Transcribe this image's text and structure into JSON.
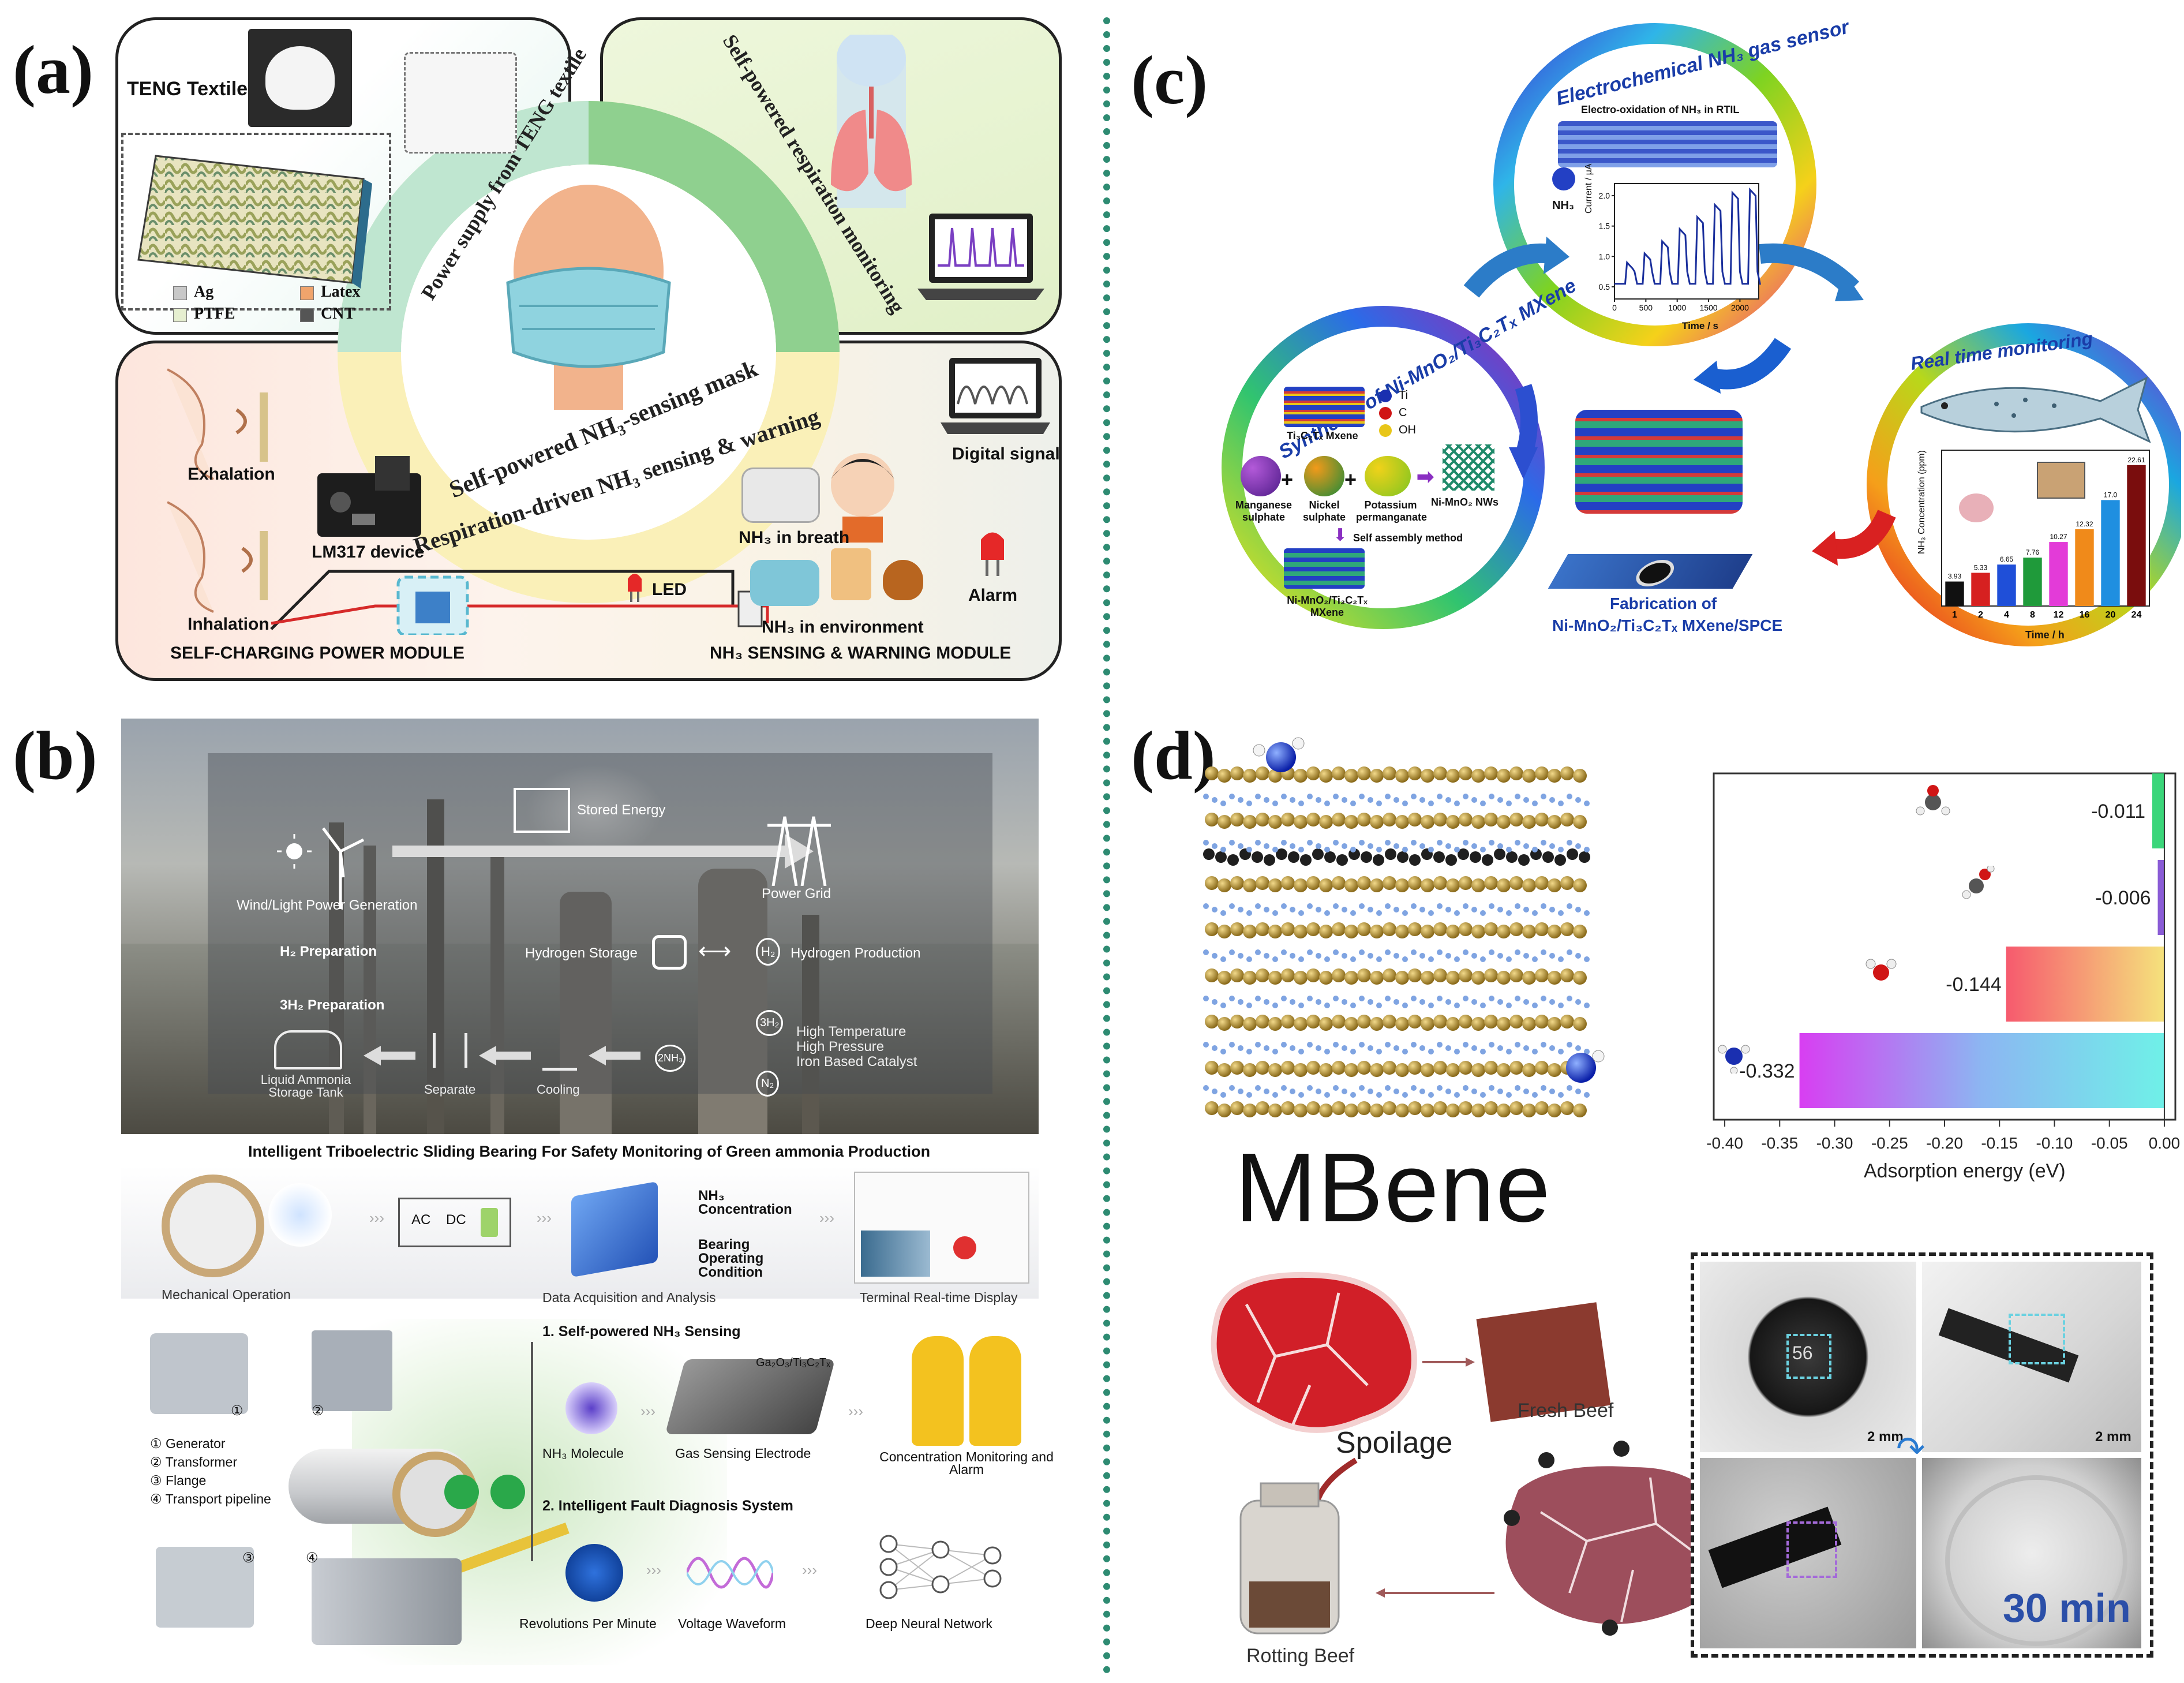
{
  "panels": {
    "a": {
      "label": "(a)",
      "teng_textile": "TENG Textile",
      "legend": [
        "Ag",
        "Latex",
        "PTFE",
        "CNT"
      ],
      "legend_colors": [
        "#c8c8c8",
        "#f0a46c",
        "#e6efd0",
        "#555555"
      ],
      "arc_power": "Power supply from TENG textile",
      "arc_respiration": "Self-powered respiration monitoring",
      "center_title": "Self-powered NH₃-sensing mask",
      "arc_bottom": "Respiration-driven NH₃ sensing & warning",
      "exhalation": "Exhalation",
      "inhalation": "Inhalation",
      "lm317": "LM317 device",
      "led": "LED",
      "nh3_breath": "NH₃ in breath",
      "nh3_env": "NH₃ in environment",
      "digital_signal": "Digital signal",
      "alarm": "Alarm",
      "module_left": "SELF-CHARGING POWER MODULE",
      "module_right": "NH₃ SENSING & WARNING MODULE"
    },
    "b": {
      "label": "(b)",
      "stored_energy": "Stored Energy",
      "wind_light": "Wind/Light Power Generation",
      "power_grid": "Power Grid",
      "h2_prep": "H₂ Preparation",
      "hydrogen_storage": "Hydrogen Storage",
      "hydrogen_production": "Hydrogen Production",
      "three_h2_prep": "3H₂ Preparation",
      "conditions": [
        "High Temperature",
        "High Pressure",
        "Iron Based Catalyst"
      ],
      "liquid_ammonia": "Liquid Ammonia Storage Tank",
      "separate": "Separate",
      "cooling": "Cooling",
      "badge_h2": "H₂",
      "badge_3h2": "3H₂",
      "badge_n2": "N₂",
      "badge_2nh3": "2NH₃",
      "photo_title": "Intelligent Triboelectric Sliding Bearing For Safety Monitoring of Green ammonia Production",
      "mechanical_operation": "Mechanical Operation",
      "ac": "AC",
      "dc": "DC",
      "nh3_concentration": "NH₃ Concentration",
      "bearing_condition": "Bearing Operating Condition",
      "data_acquisition": "Data Acquisition and Analysis",
      "terminal_display": "Terminal Real-time Display",
      "self_powered_sensing": "1. Self-powered NH₃ Sensing",
      "nh3_molecule": "NH₃ Molecule",
      "gas_sensing_electrode": "Gas Sensing Electrode",
      "electrode_material": "Ga₂O₃/Ti₃C₂Tₓ",
      "concentration_alarm": "Concentration Monitoring and Alarm",
      "fault_diagnosis": "2. Intelligent Fault Diagnosis System",
      "rpm": "Revolutions Per Minute",
      "voltage_waveform": "Voltage Waveform",
      "deep_nn": "Deep Neural Network",
      "equipment_list": [
        "① Generator",
        "② Transformer",
        "③ Flange",
        "④ Transport pipeline"
      ],
      "equipment_numbers": [
        "①",
        "②",
        "③",
        "④"
      ]
    },
    "c": {
      "label": "(c)",
      "top_title": "Electrochemical NH₃ gas sensor",
      "electro_oxidation": "Electro-oxidation of NH₃ in RTIL",
      "nh3": "NH₃",
      "left_title": "Synthesis of Ni-MnO₂/Ti₃C₂Tₓ MXene",
      "mxene_label": "Ti₃C₂Tₓ Mxene",
      "elements": [
        "Ti",
        "C",
        "OH"
      ],
      "element_colors": [
        "#1a2fb0",
        "#d01515",
        "#e8c619"
      ],
      "manganese": "Manganese sulphate",
      "nickel": "Nickel sulphate",
      "potassium": "Potassium permanganate",
      "nws": "Ni-MnO₂ NWs",
      "self_assembly": "Self assembly method",
      "composite": "Ni-MnO₂/Ti₃C₂Tₓ MXene",
      "fabrication_line1": "Fabrication of",
      "fabrication_line2": "Ni-MnO₂/Ti₃C₂Tₓ MXene/SPCE",
      "right_title": "Real time monitoring",
      "chart_xlabel": "Time / h",
      "chart_ylabel": "NH₃ Concentration (ppm)"
    },
    "d": {
      "label": "(d)",
      "mbene": "MBene",
      "xlabel": "Adsorption energy (eV)",
      "fresh_beef": "Fresh Beef",
      "spoilage": "Spoilage",
      "rotting_beef": "Rotting Beef",
      "scale_2mm": "2 mm",
      "thirty_min": "30 min",
      "sensor_number": "56"
    }
  },
  "chart_data": [
    {
      "type": "line",
      "xlabel": "Time / s",
      "ylabel": "Current / μA",
      "xticks": [
        "0",
        "500",
        "1000",
        "1500",
        "2000"
      ],
      "yticks": [
        "0.5",
        "1.0",
        "1.5",
        "2.0"
      ],
      "xlim": [
        0,
        2300
      ],
      "ylim": [
        0.3,
        2.2
      ],
      "pulses": [
        {
          "x": 200,
          "peak": 0.9
        },
        {
          "x": 480,
          "peak": 1.05
        },
        {
          "x": 760,
          "peak": 1.25
        },
        {
          "x": 1040,
          "peak": 1.45
        },
        {
          "x": 1320,
          "peak": 1.65
        },
        {
          "x": 1600,
          "peak": 1.85
        },
        {
          "x": 1880,
          "peak": 2.05
        },
        {
          "x": 2160,
          "peak": 2.1
        }
      ],
      "baseline": 0.55
    },
    {
      "type": "bar",
      "xlabel": "Time / h",
      "ylabel": "NH₃ Concentration (ppm)",
      "categories": [
        "1",
        "2",
        "4",
        "8",
        "12",
        "16",
        "20",
        "24"
      ],
      "values": [
        3.93,
        5.33,
        6.65,
        7.76,
        10.27,
        12.32,
        17.0,
        22.61
      ],
      "value_labels": [
        "3.93",
        "5.33",
        "6.65",
        "7.76",
        "10.27",
        "12.32",
        "17.0",
        "22.61"
      ],
      "colors": [
        "#111111",
        "#d62020",
        "#1f4fd8",
        "#1f9a3a",
        "#e33bd8",
        "#f08a1a",
        "#1f8fe0",
        "#7a0d0d"
      ],
      "ylim": [
        0,
        25
      ]
    },
    {
      "type": "bar",
      "orientation": "horizontal",
      "xlabel": "Adsorption energy (eV)",
      "xticks": [
        "-0.40",
        "-0.35",
        "-0.30",
        "-0.25",
        "-0.20",
        "-0.15",
        "-0.10",
        "-0.05",
        "0.00"
      ],
      "xlim": [
        -0.41,
        0.01
      ],
      "values": [
        -0.011,
        -0.006,
        -0.144,
        -0.332
      ],
      "value_labels": [
        "-0.011",
        "-0.006",
        "-0.144",
        "-0.332"
      ],
      "molecules": [
        "acetone",
        "ethanol",
        "water",
        "ammonia"
      ]
    }
  ]
}
